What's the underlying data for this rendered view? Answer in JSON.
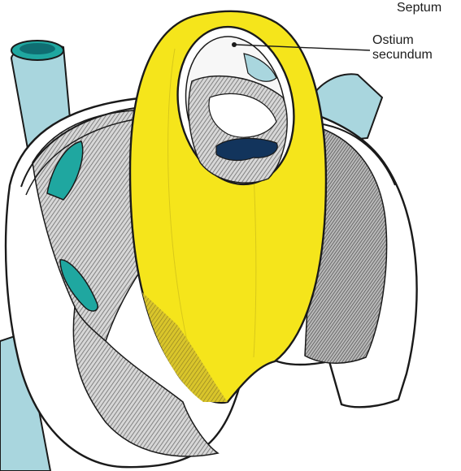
{
  "labels": {
    "septum": "Septum",
    "ostium_line1": "Ostium",
    "ostium_line2": "secundum"
  },
  "colors": {
    "septum_yellow": "#f5e51b",
    "vessel_blue": "#a9d6de",
    "opening_teal": "#1fa7a0",
    "dark_navy": "#12345c",
    "hatch_gray": "#9a9a9a",
    "outline": "#1a1a1a"
  }
}
